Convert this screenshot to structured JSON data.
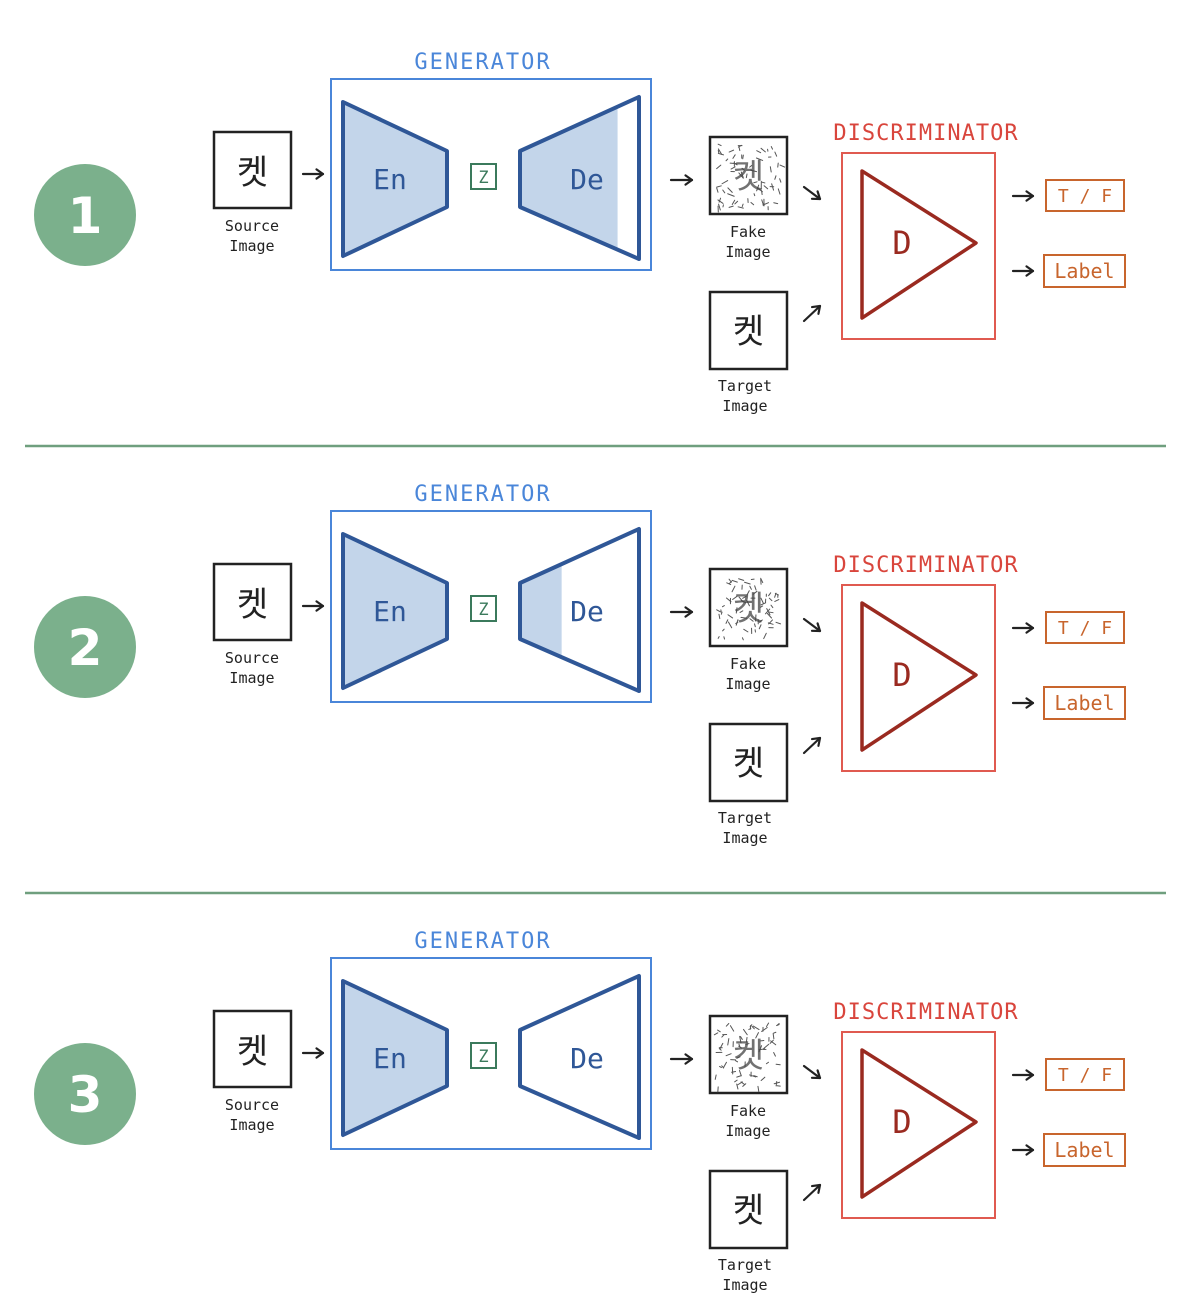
{
  "colors": {
    "step_circle": "#7bb08c",
    "divider": "#6f9f7e",
    "generator": "#4a86d9",
    "network_stroke": "#2f5797",
    "network_fill": "#c3d5ea",
    "z_box": "#3b7a5c",
    "discriminator_label": "#d9453c",
    "discriminator_box": "#e05a50",
    "d_triangle": "#9a2a20",
    "output_box": "#c8652d",
    "ink": "#222222"
  },
  "panels": [
    {
      "step": "1",
      "source_glyph": "켓",
      "source_label": [
        "Source",
        "Image"
      ],
      "generator_label": "GENERATOR",
      "encoder_label": "En",
      "latent_label": "Z",
      "decoder_label": "De",
      "decoder_fill_fraction": 0.82,
      "fake_glyph": "켓",
      "fake_label": [
        "Fake",
        "Image"
      ],
      "target_glyph": "켓",
      "target_label": [
        "Target",
        "Image"
      ],
      "discriminator_label": "DISCRIMINATOR",
      "d_label": "D",
      "outputs": [
        "T / F",
        "Label"
      ]
    },
    {
      "step": "2",
      "source_glyph": "켓",
      "source_label": [
        "Source",
        "Image"
      ],
      "generator_label": "GENERATOR",
      "encoder_label": "En",
      "latent_label": "Z",
      "decoder_label": "De",
      "decoder_fill_fraction": 0.35,
      "fake_glyph": "켓",
      "fake_label": [
        "Fake",
        "Image"
      ],
      "target_glyph": "켓",
      "target_label": [
        "Target",
        "Image"
      ],
      "discriminator_label": "DISCRIMINATOR",
      "d_label": "D",
      "outputs": [
        "T / F",
        "Label"
      ]
    },
    {
      "step": "3",
      "source_glyph": "켓",
      "source_label": [
        "Source",
        "Image"
      ],
      "generator_label": "GENERATOR",
      "encoder_label": "En",
      "latent_label": "Z",
      "decoder_label": "De",
      "decoder_fill_fraction": 0,
      "fake_glyph": "켓",
      "fake_label": [
        "Fake",
        "Image"
      ],
      "target_glyph": "켓",
      "target_label": [
        "Target",
        "Image"
      ],
      "discriminator_label": "DISCRIMINATOR",
      "d_label": "D",
      "outputs": [
        "T / F",
        "Label"
      ]
    }
  ]
}
